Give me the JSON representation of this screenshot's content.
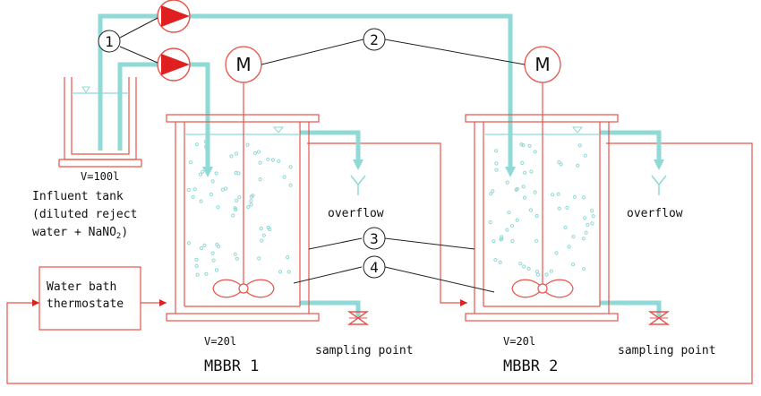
{
  "colors": {
    "outline": "#e8534a",
    "pipe": "#8fd9d6",
    "pump": "#e02020",
    "leader": "#222222"
  },
  "labels": {
    "callout_1": "1",
    "callout_2": "2",
    "callout_3": "3",
    "callout_4": "4",
    "motor_1": "M",
    "motor_2": "M",
    "tank_volume": "V=100l",
    "tank_line1": "Influent tank",
    "tank_line2": "(diluted reject",
    "tank_line3": "water + NaNO",
    "tank_line3_sub": "2",
    "tank_line3_end": ")",
    "bath_line1": "Water bath",
    "bath_line2": "thermostate",
    "overflow_1": "overflow",
    "overflow_2": "overflow",
    "reactor1_volume": "V=20l",
    "reactor1_name": "MBBR 1",
    "reactor2_volume": "V=20l",
    "reactor2_name": "MBBR 2",
    "sampling_1": "sampling point",
    "sampling_2": "sampling point"
  },
  "icons": {
    "pump": "pump-icon",
    "motor": "motor-icon",
    "valve": "valve-icon",
    "impeller": "impeller-icon",
    "funnel": "overflow-funnel-icon"
  }
}
